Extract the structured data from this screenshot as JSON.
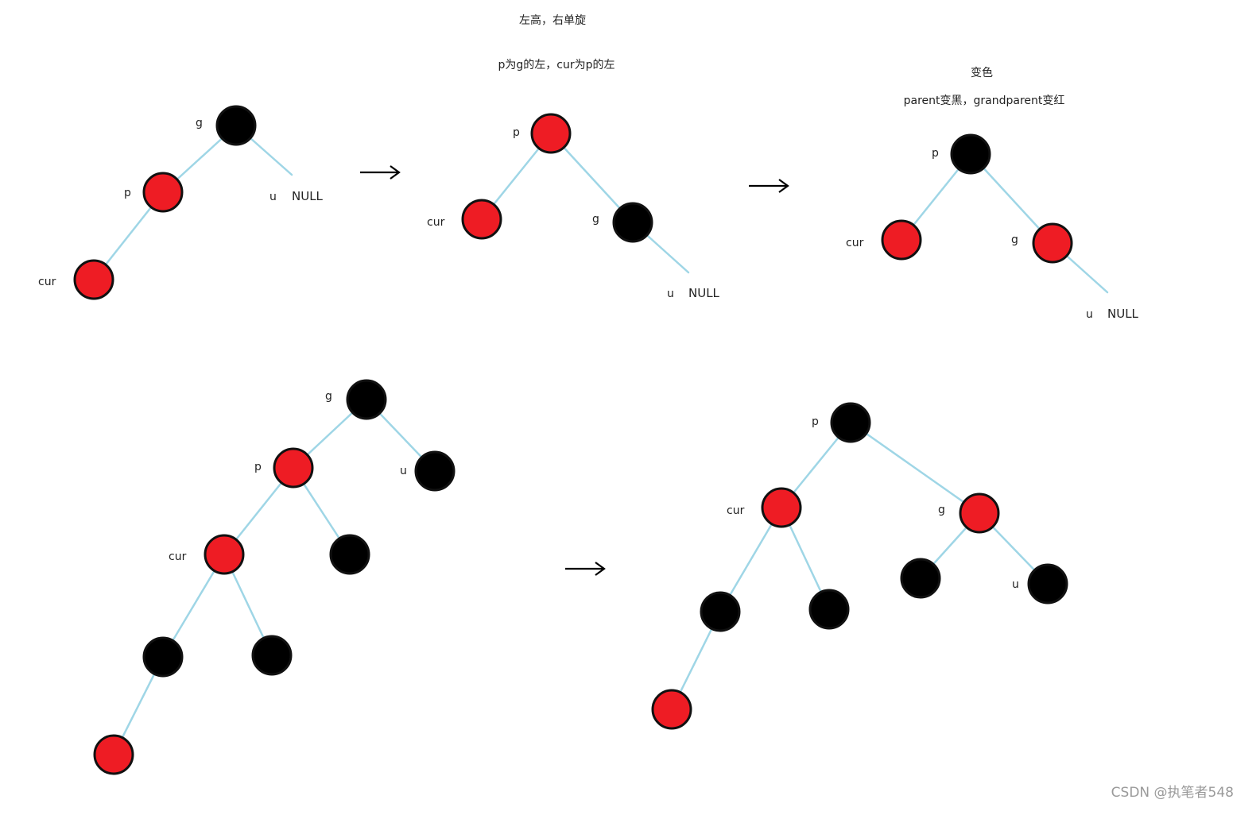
{
  "captions": {
    "title": "左高，右单旋",
    "subtitle": "p为g的左，cur为p的左",
    "recolor_title": "变色",
    "recolor_desc": "parent变黑，grandparent变红"
  },
  "labels": {
    "g": "g",
    "p": "p",
    "cur": "cur",
    "u": "u",
    "null": "NULL"
  },
  "watermark": "CSDN @执笔者548",
  "colors": {
    "red_node": "#ee1c24",
    "black_node": "#000000",
    "edge": "#9fd6e6"
  }
}
